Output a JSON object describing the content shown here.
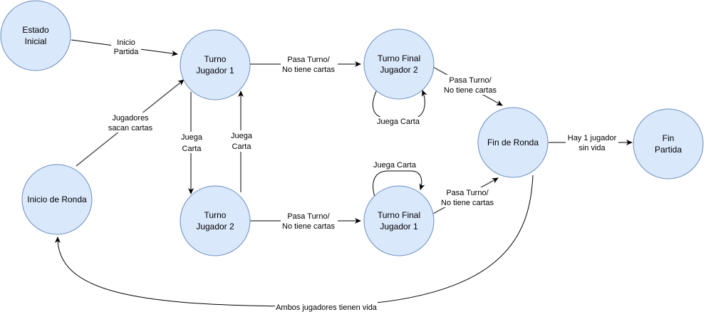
{
  "colors": {
    "node_fill": "#dae8fc",
    "node_stroke": "#6c8ebf",
    "edge": "#000000",
    "edge_secondary": "#555555"
  },
  "nodes": {
    "estado_inicial": {
      "line1": "Estado",
      "line2": "Inicial"
    },
    "turno_j1": {
      "line1": "Turno",
      "line2": "Jugador 1"
    },
    "turno_final_j2": {
      "line1": "Turno Final",
      "line2": "Jugador 2"
    },
    "inicio_ronda": {
      "line1": "Inicio de Ronda"
    },
    "turno_j2": {
      "line1": "Turno",
      "line2": "Jugador 2"
    },
    "turno_final_j1": {
      "line1": "Turno Final",
      "line2": "Jugador 1"
    },
    "fin_ronda": {
      "line1": "Fin de Ronda"
    },
    "fin_partida": {
      "line1": "Fin",
      "line2": "Partida"
    }
  },
  "edges": {
    "inicio_partida": {
      "line1": "Inicio",
      "line2": "Partida"
    },
    "pasa_turno_top": {
      "line1": "Pasa Turno/",
      "line2": "No tiene cartas"
    },
    "pasa_turno_tf2": {
      "line1": "Pasa Turno/",
      "line2": "No tiene cartas"
    },
    "pasa_turno_bottom": {
      "line1": "Pasa Turno/",
      "line2": "No tiene cartas"
    },
    "pasa_turno_tf1": {
      "line1": "Pasa Turno/",
      "line2": "No tiene cartas"
    },
    "juega_carta_j1_j2": {
      "line1": "Juega",
      "line2": "Carta"
    },
    "juega_carta_j2_j1": {
      "line1": "Juega",
      "line2": "Carta"
    },
    "juega_carta_loop_j2": {
      "line1": "Juega Carta"
    },
    "juega_carta_loop_j1": {
      "line1": "Juega Carta"
    },
    "jugadores_sacan": {
      "line1": "Jugadores",
      "line2": "sacan cartas"
    },
    "hay_un_jugador": {
      "line1": "Hay 1 jugador",
      "line2": "sin vida"
    },
    "ambos_vida": {
      "line1": "Ambos jugadores tienen vida"
    }
  }
}
